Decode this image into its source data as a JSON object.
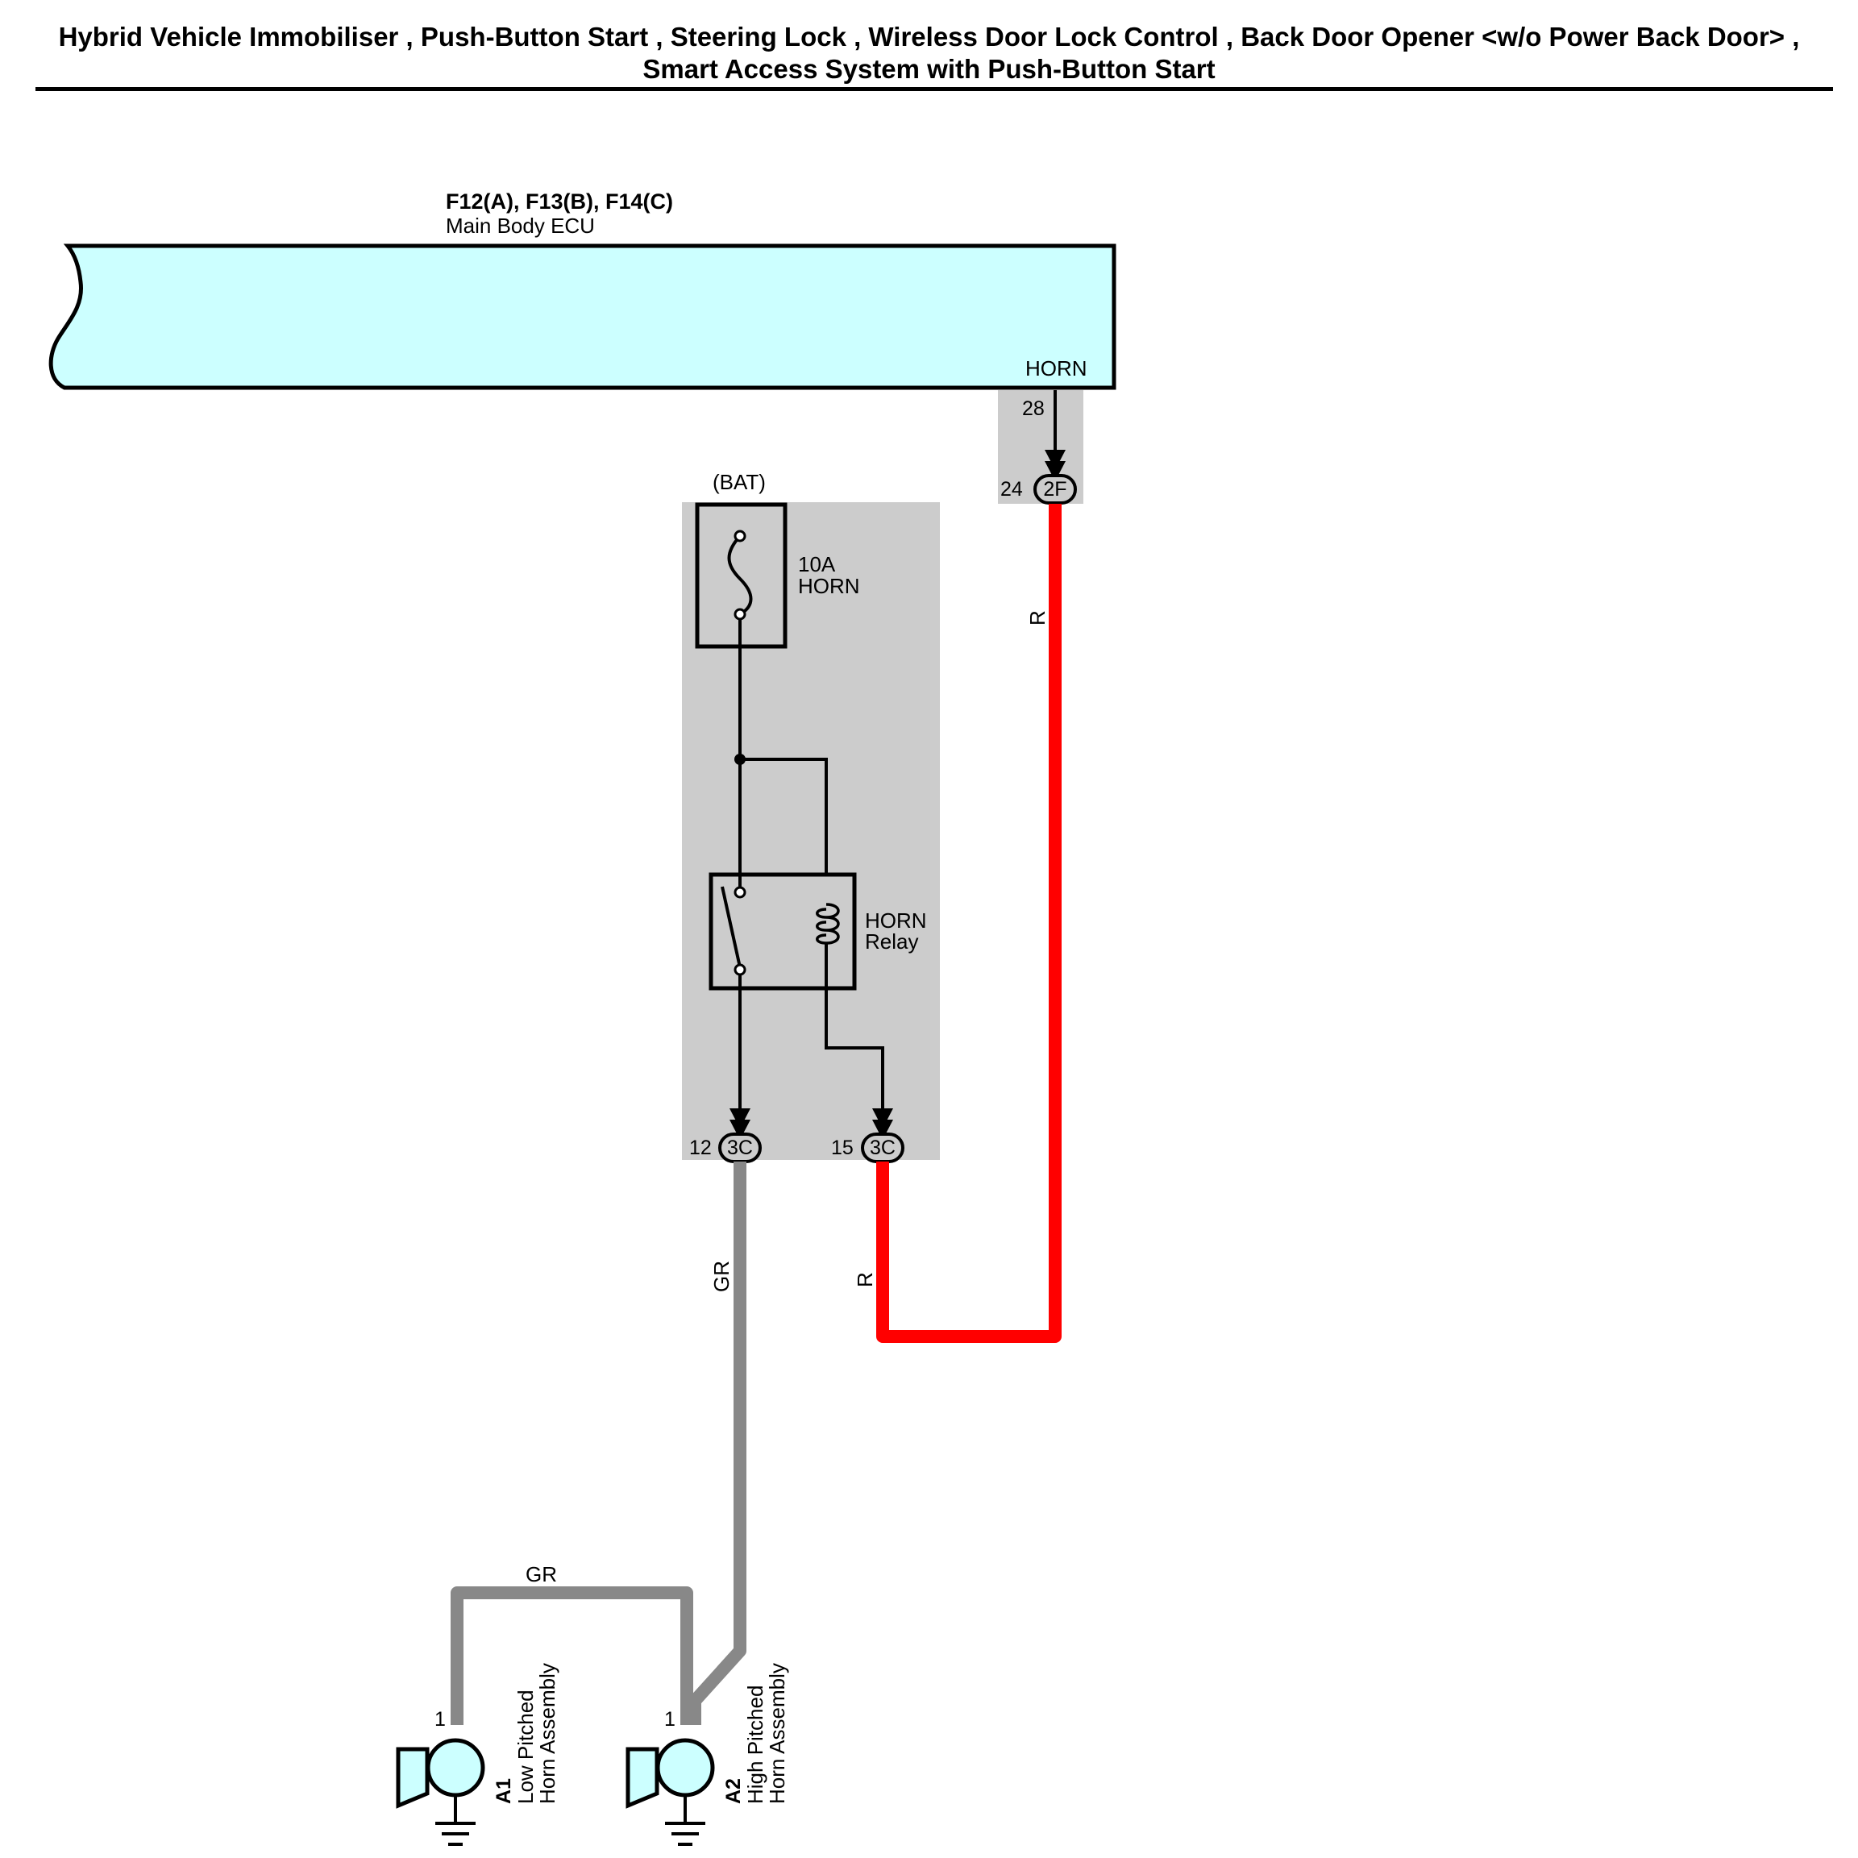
{
  "title": {
    "line1": "Hybrid Vehicle Immobiliser , Push-Button Start , Steering Lock , Wireless Door Lock Control , Back Door Opener <w/o Power Back Door> ,",
    "line2": "Smart Access System with Push-Button Start"
  },
  "ecu": {
    "connectors": "F12(A), F13(B), F14(C)",
    "name": "Main Body ECU",
    "terminal_label": "HORN",
    "terminal_pin": "28"
  },
  "connector_2f": {
    "pin": "24",
    "code": "2F"
  },
  "junction_block": {
    "source": "(BAT)"
  },
  "fuse": {
    "rating": "10A",
    "name": "HORN"
  },
  "relay": {
    "line1": "HORN",
    "line2": "Relay"
  },
  "connector_3c_a": {
    "pin": "12",
    "code": "3C"
  },
  "connector_3c_b": {
    "pin": "15",
    "code": "3C"
  },
  "wires": {
    "red_upper": "R",
    "red_lower": "R",
    "gray_vertical": "GR",
    "gray_horizontal": "GR"
  },
  "horn_low": {
    "pin": "1",
    "id": "A1",
    "name_line1": "Low Pitched",
    "name_line2": "Horn Assembly"
  },
  "horn_high": {
    "pin": "1",
    "id": "A2",
    "name_line1": "High Pitched",
    "name_line2": "Horn Assembly"
  },
  "colors": {
    "ecu_fill": "#ccffff",
    "component_fill": "#ccffff",
    "junction_block_fill": "#cccccc",
    "wire_red": "#ff0000",
    "wire_gray": "#888888",
    "line": "#000000"
  }
}
